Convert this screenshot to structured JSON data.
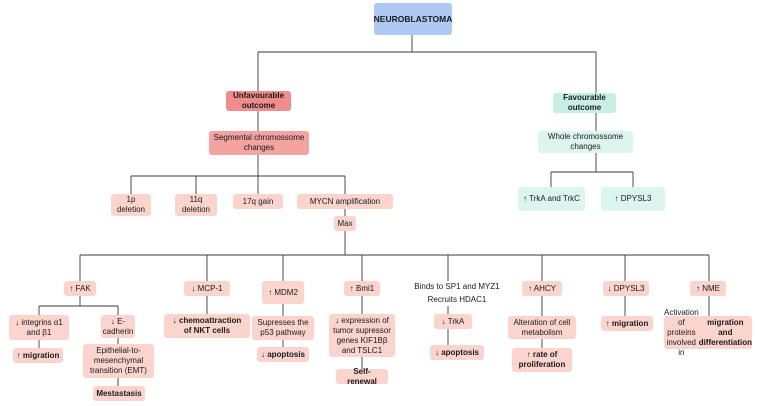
{
  "root": "NEUROBLASTOMA",
  "unfavourable": {
    "title": "Unfavourable\noutcome",
    "change": "Segmental chromossome\nchanges",
    "items": [
      "1p\ndeletion",
      "11q\ndeletion",
      "17q gain",
      "MYCN amplification"
    ],
    "max": "Max"
  },
  "favourable": {
    "title": "Favourable\noutcome",
    "change": "Whole chromossome\nchanges",
    "items": [
      "↑ TrkA and TrkC",
      "↑ DPYSL3"
    ]
  },
  "targets": {
    "fak": "↑ FAK",
    "integrins": "↓ integrins α1\nand β1",
    "migration1": "↑ migration",
    "ecadherin": "↓ E-\ncadherin",
    "emt": "Epithelial-to-\nmesenchymal\ntransition (EMT)",
    "metastasis": "Mestastasis",
    "mcp1": "↓ MCP-1",
    "nkt": "↓ chemoattraction\nof NKT cells",
    "mdm2": "↑ MDM2",
    "p53": "Supresses the\np53 pathway",
    "apoptosis1": "↓ apoptosis",
    "bmi1": "↑ Bmi1",
    "kif": "↓ expression of\ntumor supressor\ngenes KIF1Bβ\nand TSLC1",
    "selfrenewal": "Self-renewal",
    "sp1": "Binds to SP1 and MYZ1",
    "hdac1": "Recruits HDAC1",
    "trka": "↓ TrkA",
    "apoptosis2": "↓ apoptosis",
    "ahcy": "↑ AHCY",
    "metabolism": "Alteration of cell\nmetabolism",
    "proliferation": "↑ rate of\nproliferation",
    "dpysl3": "↓ DPYSL3",
    "migration2": "↑ migration",
    "nme": "↑ NME",
    "activation": "Activation of proteins\ninvolved in migration\nand differentiation"
  },
  "colors": {
    "root": "#aec9f4",
    "unfavourable": "#f08c8c",
    "segmental": "#f3a3a0",
    "pink": "#fbd4ce",
    "favourable": "#c8efe6",
    "whole": "#dcf5ef",
    "line": "#3a3a3a"
  }
}
